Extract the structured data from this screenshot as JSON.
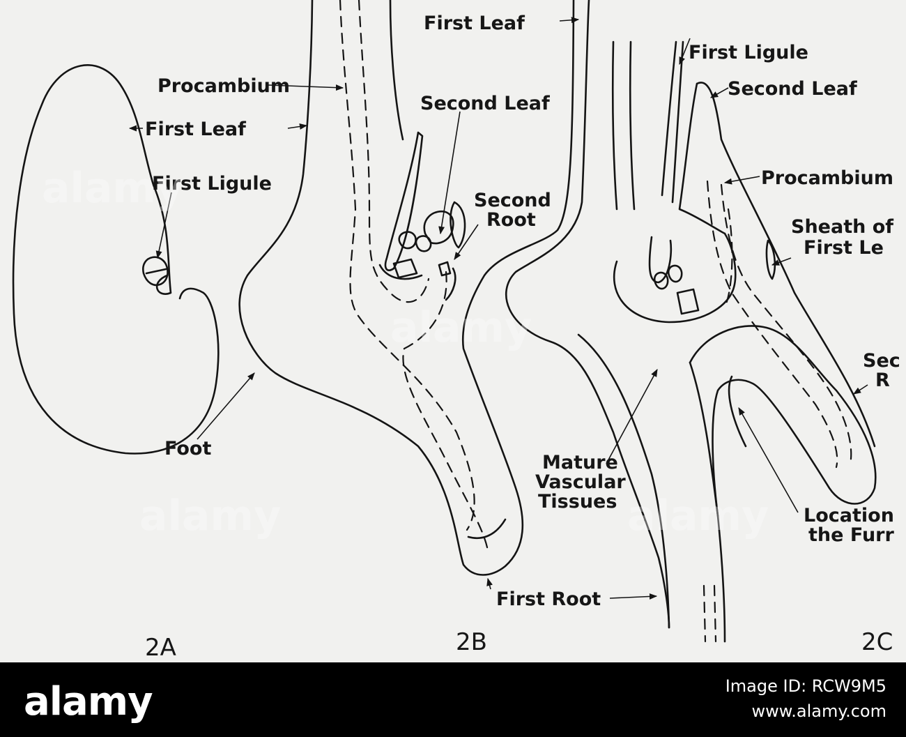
{
  "labels": {
    "a_procambium": "Procambium",
    "a_first_leaf": "First Leaf",
    "a_first_ligule": "First Ligule",
    "a_foot": "Foot",
    "b_first_leaf": "First Leaf",
    "b_second_leaf": "Second Leaf",
    "b_second_root_1": "Second",
    "b_second_root_2": "Root",
    "b_first_root": "First Root",
    "c_first_ligule": "First Ligule",
    "c_second_leaf": "Second Leaf",
    "c_procambium": "Procambium",
    "c_sheath_1": "Sheath of",
    "c_sheath_2": "First Le",
    "c_second_root_1": "Sec",
    "c_second_root_2": "R",
    "c_mature_1": "Mature",
    "c_mature_2": "Vascular",
    "c_mature_3": "Tissues",
    "c_location_1": "Location",
    "c_location_2": "the Furr"
  },
  "panels": {
    "a": "2A",
    "b": "2B",
    "c": "2C"
  },
  "footer": {
    "brand": "alamy",
    "image_id_line": "Image ID: RCW9M5",
    "url": "www.alamy.com"
  },
  "watermark": "alamy",
  "colors": {
    "ink": "#141414",
    "background": "#f1f1ef",
    "footer": "#000000"
  }
}
